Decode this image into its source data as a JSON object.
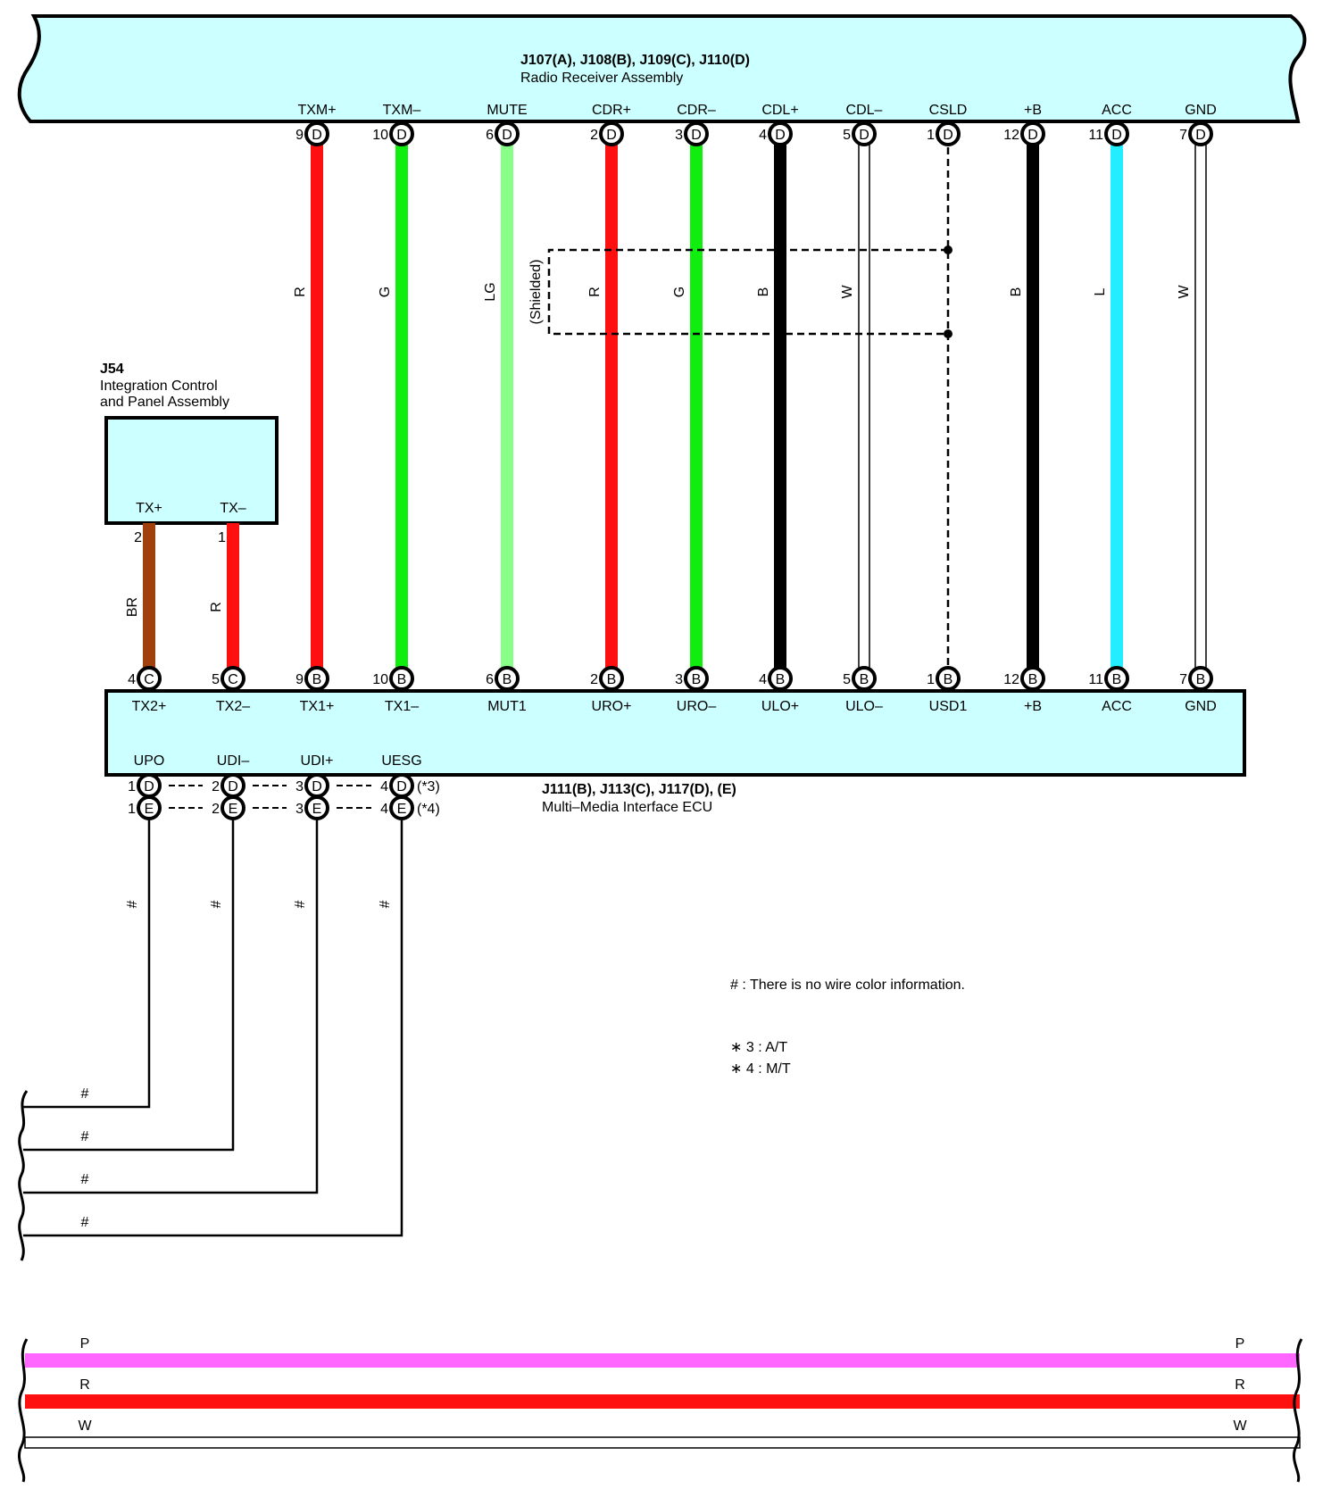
{
  "radio": {
    "connectors": "J107(A), J108(B), J109(C), J110(D)",
    "name": "Radio Receiver Assembly",
    "pins": [
      {
        "label": "TXM+",
        "num": "9",
        "conn": "D"
      },
      {
        "label": "TXM–",
        "num": "10",
        "conn": "D"
      },
      {
        "label": "MUTE",
        "num": "6",
        "conn": "D"
      },
      {
        "label": "CDR+",
        "num": "2",
        "conn": "D"
      },
      {
        "label": "CDR–",
        "num": "3",
        "conn": "D"
      },
      {
        "label": "CDL+",
        "num": "4",
        "conn": "D"
      },
      {
        "label": "CDL–",
        "num": "5",
        "conn": "D"
      },
      {
        "label": "CSLD",
        "num": "1",
        "conn": "D"
      },
      {
        "label": "+B",
        "num": "12",
        "conn": "D"
      },
      {
        "label": "ACC",
        "num": "11",
        "conn": "D"
      },
      {
        "label": "GND",
        "num": "7",
        "conn": "D"
      }
    ]
  },
  "j54": {
    "connector": "J54",
    "name_line1": "Integration Control",
    "name_line2": "and Panel Assembly",
    "pins": [
      {
        "label": "TX+",
        "num": "2"
      },
      {
        "label": "TX–",
        "num": "1"
      }
    ]
  },
  "wires": [
    {
      "code": "BR",
      "color": "#a0400c"
    },
    {
      "code": "R",
      "color": "#ff1010"
    },
    {
      "code": "R",
      "color": "#ff1010"
    },
    {
      "code": "G",
      "color": "#10ee10"
    },
    {
      "code": "LG",
      "color": "#88ff88"
    },
    {
      "code": "R",
      "color": "#ff1010"
    },
    {
      "code": "G",
      "color": "#10ee10"
    },
    {
      "code": "B",
      "color": "#000000"
    },
    {
      "code": "W",
      "color": "#ffffff"
    },
    {
      "code": "",
      "color": "#000000"
    },
    {
      "code": "B",
      "color": "#000000"
    },
    {
      "code": "L",
      "color": "#22eeff"
    },
    {
      "code": "W",
      "color": "#ffffff"
    }
  ],
  "shielded_label": "(Shielded)",
  "ecu": {
    "connectors": "J111(B), J113(C), J117(D), (E)",
    "name": "Multi–Media Interface ECU",
    "top_pins": [
      {
        "label": "TX2+",
        "num": "4",
        "conn": "C"
      },
      {
        "label": "TX2–",
        "num": "5",
        "conn": "C"
      },
      {
        "label": "TX1+",
        "num": "9",
        "conn": "B"
      },
      {
        "label": "TX1–",
        "num": "10",
        "conn": "B"
      },
      {
        "label": "MUT1",
        "num": "6",
        "conn": "B"
      },
      {
        "label": "URO+",
        "num": "2",
        "conn": "B"
      },
      {
        "label": "URO–",
        "num": "3",
        "conn": "B"
      },
      {
        "label": "ULO+",
        "num": "4",
        "conn": "B"
      },
      {
        "label": "ULO–",
        "num": "5",
        "conn": "B"
      },
      {
        "label": "USD1",
        "num": "1",
        "conn": "B"
      },
      {
        "label": "+B",
        "num": "12",
        "conn": "B"
      },
      {
        "label": "ACC",
        "num": "11",
        "conn": "B"
      },
      {
        "label": "GND",
        "num": "7",
        "conn": "B"
      }
    ],
    "bottom_pins": [
      {
        "label": "UPO",
        "num_d": "1",
        "num_e": "1"
      },
      {
        "label": "UDI–",
        "num_d": "2",
        "num_e": "2"
      },
      {
        "label": "UDI+",
        "num_d": "3",
        "num_e": "3"
      },
      {
        "label": "UESG",
        "num_d": "4",
        "num_e": "4"
      }
    ],
    "conn_d": "D",
    "conn_e": "E",
    "variant_d": "(*3)",
    "variant_e": "(*4)"
  },
  "lower_wire_code": "#",
  "notes": {
    "hash_note": "# : There is no wire color information.",
    "star3": "∗ 3 : A/T",
    "star4": "∗ 4 : M/T"
  },
  "bottom_bus": [
    {
      "code": "P",
      "color": "#ff66ff"
    },
    {
      "code": "R",
      "color": "#ff1010"
    },
    {
      "code": "W",
      "color": "#ffffff"
    }
  ]
}
